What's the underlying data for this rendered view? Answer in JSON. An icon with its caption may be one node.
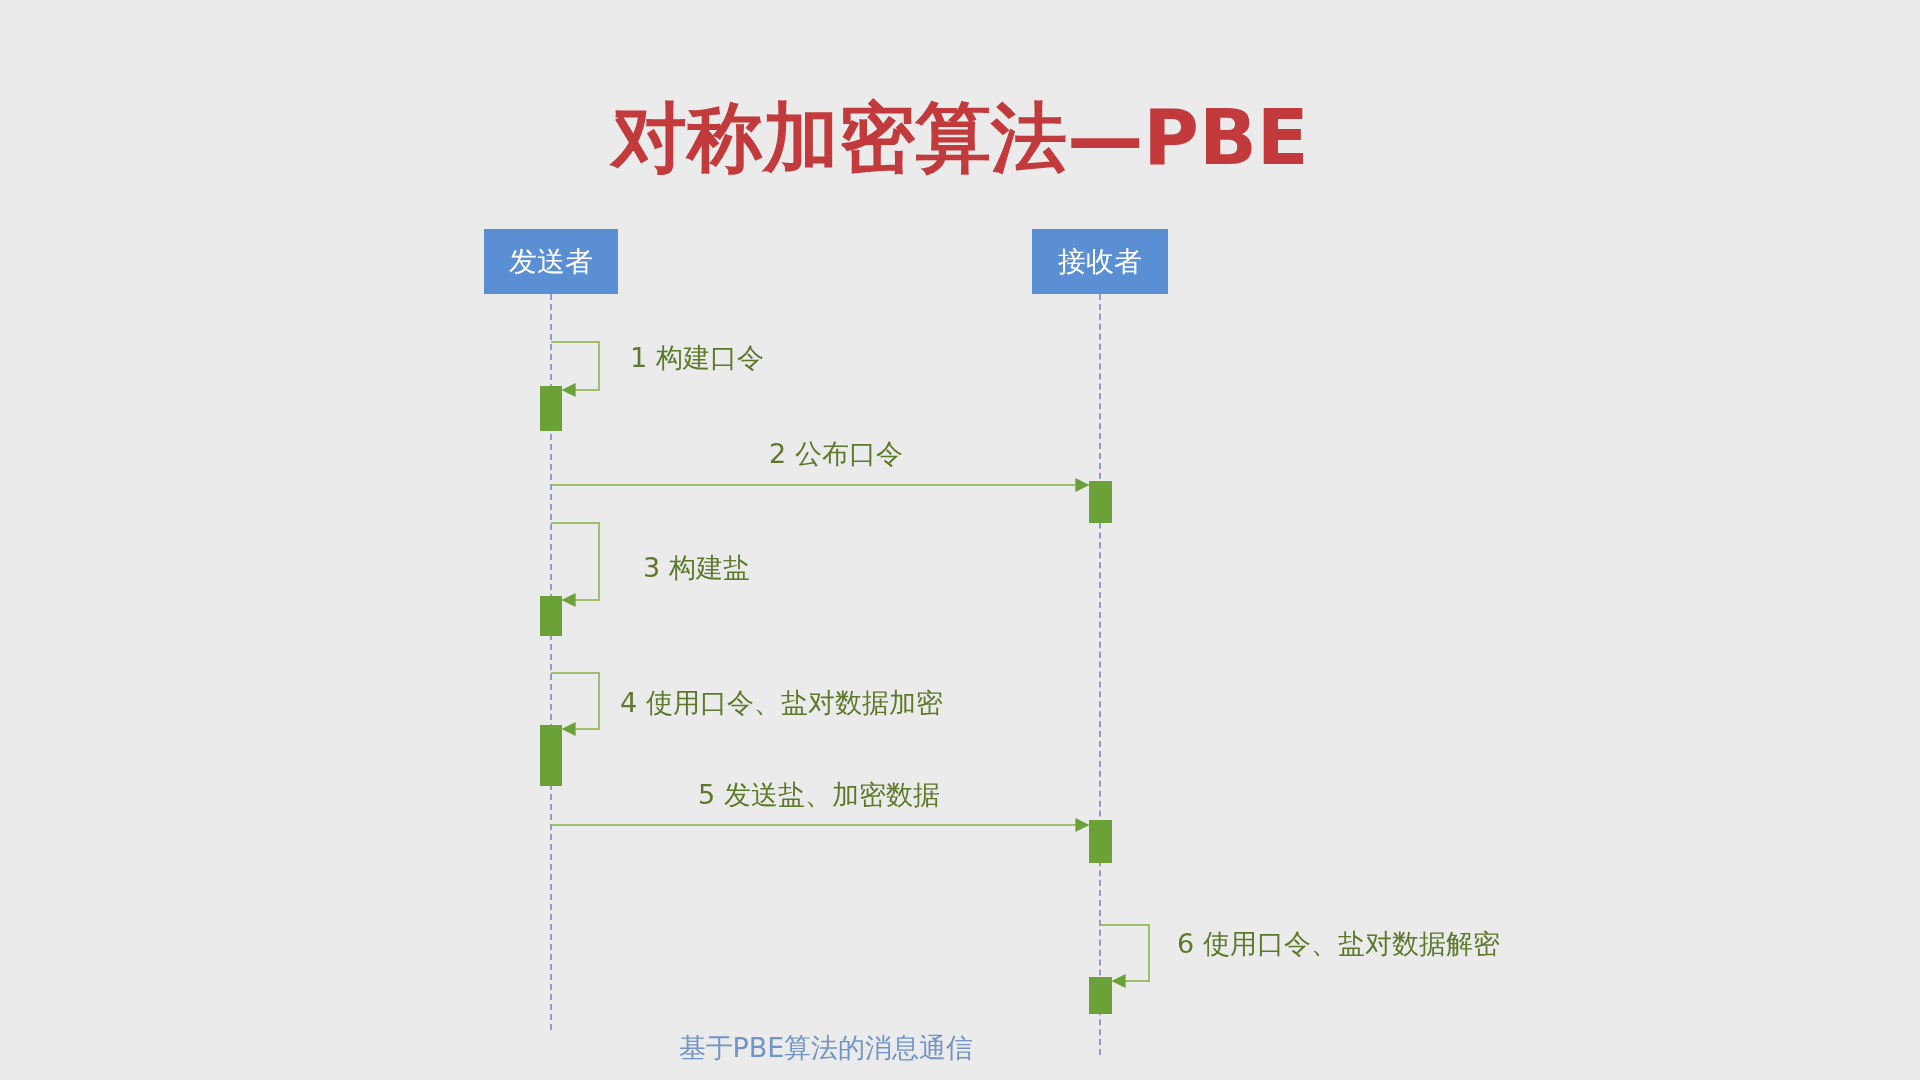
{
  "diagram": {
    "title": "对称加密算法—PBE",
    "nodes": [
      {
        "text": [
          "发送者"
        ]
      },
      {
        "text": [
          "接收者"
        ]
      },
      {
        "text": [],
        "shape": "line"
      },
      {
        "text": [],
        "shape": "line"
      },
      {
        "text": [],
        "shape": "bar"
      },
      {
        "text": [],
        "shape": "bar"
      },
      {
        "text": [],
        "shape": "bar"
      },
      {
        "text": [],
        "shape": "bar"
      },
      {
        "text": [],
        "shape": "bar"
      },
      {
        "text": [],
        "shape": "bar"
      }
    ],
    "edges": [
      {
        "from": 2,
        "to": 4,
        "arrow": "to",
        "label": "1 构建口令"
      },
      {
        "from": 2,
        "to": 5,
        "arrow": "to",
        "label": "2 公布口令"
      },
      {
        "from": 2,
        "to": 6,
        "arrow": "to",
        "label": "3 构建盐"
      },
      {
        "from": 2,
        "to": 7,
        "arrow": "to",
        "label": "4 使用口令、盐对数据加密"
      },
      {
        "from": 2,
        "to": 8,
        "arrow": "to",
        "label": "5 发送盐、加密数据"
      },
      {
        "from": 3,
        "to": 9,
        "arrow": "to",
        "label": "6 使用口令、盐对数据解密"
      }
    ],
    "caption": "基于PBE算法的消息通信"
  }
}
